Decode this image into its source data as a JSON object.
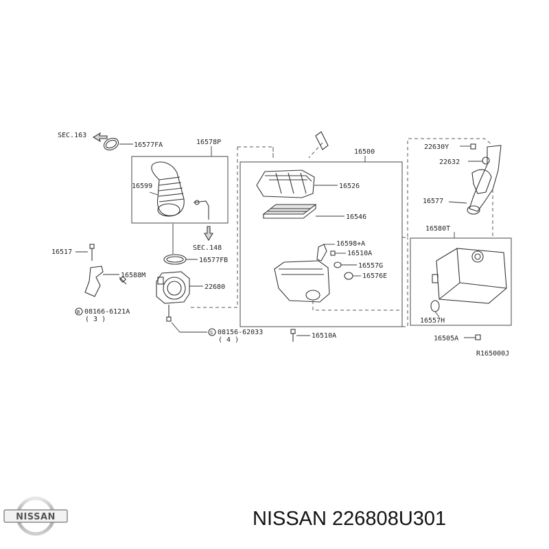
{
  "diagram": {
    "labels": {
      "sec163": "SEC.163",
      "p16577FA": "16577FA",
      "p16578P": "16578P",
      "p16599": "16599",
      "sec148": "SEC.148",
      "p16577FB": "16577FB",
      "p16517": "16517",
      "p16588M": "16588M",
      "p22680": "22680",
      "bolt08166": "08166-6121A",
      "qty3": "( 3 )",
      "bolt08156": "08156-62033",
      "qty4": "( 4 )",
      "p16500": "16500",
      "p16526": "16526",
      "p16546": "16546",
      "p16598A": "16598+A",
      "p16510A_top": "16510A",
      "p16557G": "16557G",
      "p16576E": "16576E",
      "p16510A_bottom": "16510A",
      "p22630Y": "22630Y",
      "p22632": "22632",
      "p16577": "16577",
      "p16580T": "16580T",
      "p16557H": "16557H",
      "p16505A": "16505A",
      "drawing_code": "R165000J"
    }
  },
  "logo": {
    "text": "NISSAN"
  },
  "product": {
    "brand": "NISSAN",
    "part_number": "226808U301"
  }
}
